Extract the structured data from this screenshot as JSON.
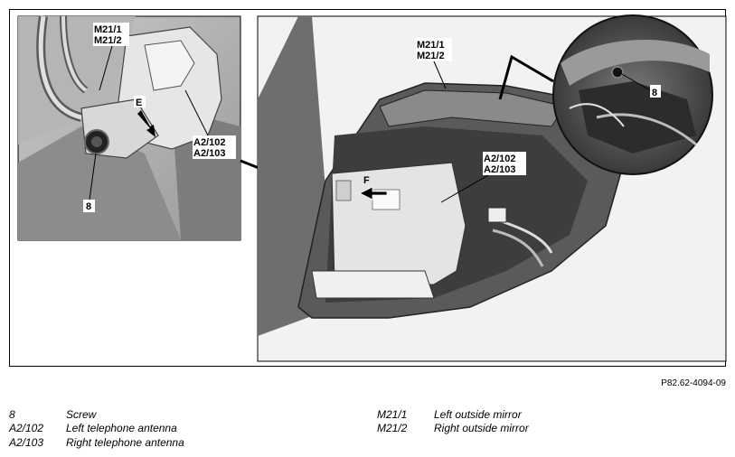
{
  "figure_id": "P82.62-4094-09",
  "callouts": {
    "left_mirror_codes": [
      "M21/1",
      "M21/2"
    ],
    "left_antenna_codes": [
      "A2/102",
      "A2/103"
    ],
    "left_screw": "8",
    "left_arrow": "E",
    "right_mirror_codes": [
      "M21/1",
      "M21/2"
    ],
    "right_antenna_codes": [
      "A2/102",
      "A2/103"
    ],
    "right_arrow": "F",
    "right_screw": "8"
  },
  "legend": [
    {
      "code": "8",
      "description": "Screw"
    },
    {
      "code": "A2/102",
      "description": "Left telephone antenna"
    },
    {
      "code": "A2/103",
      "description": "Right telephone antenna"
    },
    {
      "code": "M21/1",
      "description": "Left outside mirror"
    },
    {
      "code": "M21/2",
      "description": "Right outside mirror"
    }
  ]
}
